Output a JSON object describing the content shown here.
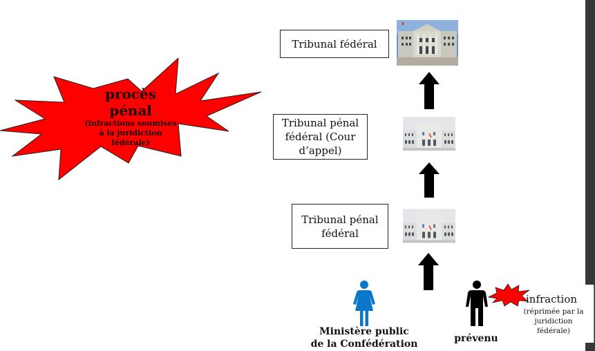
{
  "main_burst": {
    "title_line1": "procès",
    "title_line2": "pénal",
    "subtitle_line1": "(infractions soumises",
    "subtitle_line2": "à la juridiction",
    "subtitle_line3": "fédérale)",
    "color": "#ff0000"
  },
  "courts": [
    {
      "label": "Tribunal fédéral",
      "image": "building-photo-tribunal-federal"
    },
    {
      "label_line1": "Tribunal pénal",
      "label_line2": "fédéral (Cour",
      "label_line3": "d’appel)",
      "image": "building-photo-tribunal-penal-federal"
    },
    {
      "label_line1": "Tribunal pénal",
      "label_line2": "fédéral",
      "image": "building-photo-tribunal-penal-federal"
    }
  ],
  "parties": {
    "prosecutor": {
      "line1": "Ministère public",
      "line2": "de la Confédération",
      "icon": "woman-icon",
      "color": "#0a77c9"
    },
    "defendant": {
      "label": "prévenu",
      "icon": "man-icon",
      "color": "#000000"
    }
  },
  "offence": {
    "label": "infraction",
    "sub_line1": "(réprimée par la",
    "sub_line2": "juridiction",
    "sub_line3": "fédérale)",
    "icon": "explosion-icon",
    "color": "#ff0000"
  },
  "arrows": [
    "arrow-up-icon",
    "arrow-up-icon",
    "arrow-up-icon"
  ]
}
